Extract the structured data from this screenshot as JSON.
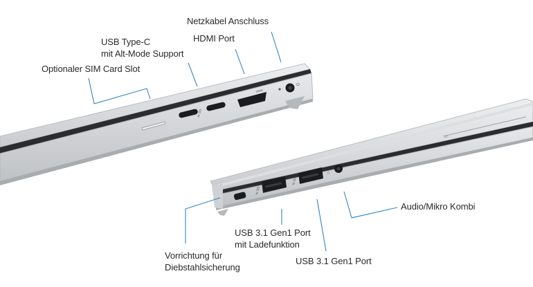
{
  "labels": {
    "netzkabel": "Netzkabel Anschluss",
    "hdmi": "HDMI Port",
    "usb_c_line1": "USB Type-C",
    "usb_c_line2": "mit Alt-Mode Support",
    "sim": "Optionaler SIM Card Slot",
    "audio": "Audio/Mikro Kombi",
    "usb_charge_line1": "USB 3.1 Gen1 Port",
    "usb_charge_line2": "mit Ladefunktion",
    "usb_gen1": "USB 3.1 Gen1 Port",
    "lock_line1": "Vorrichtung für",
    "lock_line2": "Diebstahlsicherung"
  },
  "colors": {
    "callout_line": "#2f86c8",
    "chassis": "#d7d9db",
    "chassis_dark": "#2a2c2e",
    "port": "#1b1c1e"
  }
}
